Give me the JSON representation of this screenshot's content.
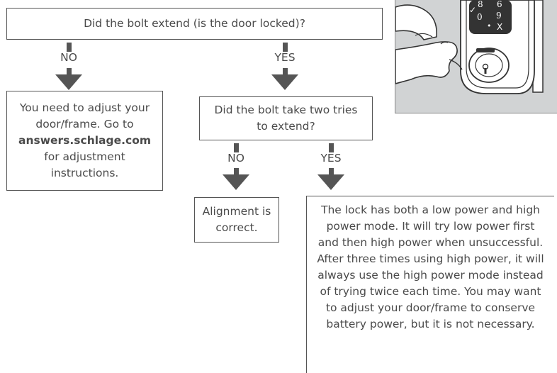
{
  "q1": "Did the bolt extend (is the door locked)?",
  "q1_no": "NO",
  "q1_yes": "YES",
  "adjust": {
    "line1": "You need to adjust your",
    "line2": "door/frame. Go to",
    "link": "answers.schlage.com",
    "line3": "for adjustment",
    "line4": "instructions."
  },
  "q2": "Did the bolt take two tries to extend?",
  "q2_no": "NO",
  "q2_yes": "YES",
  "aligned": "Alignment is correct.",
  "power_text": "The lock has both a low power and high power mode. It will try low power first and then high power when unsuccessful. After three times using high power, it will always use the high power mode instead of trying twice each time. You may want to adjust your door/frame to conserve battery power, but it is not necessary.",
  "keypad": {
    "k8": "8",
    "k6": "6",
    "k0": "0",
    "k9": "9",
    "k_dot": "•",
    "k_x": "X",
    "k_check": "✓"
  }
}
